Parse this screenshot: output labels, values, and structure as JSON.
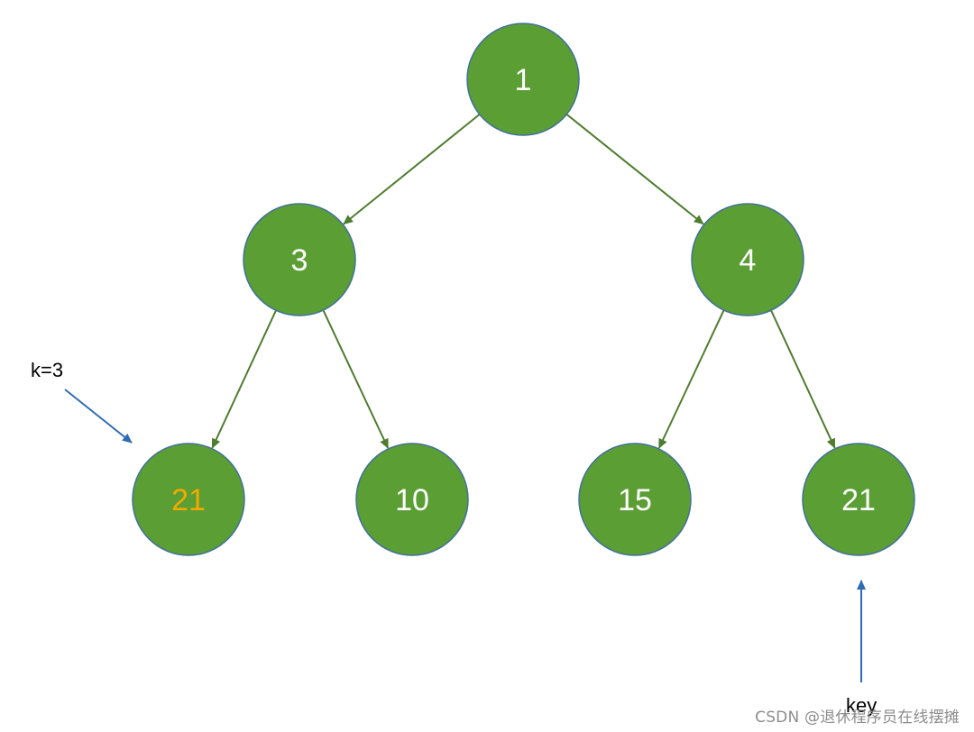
{
  "colors": {
    "node_fill": "#5b9e34",
    "node_border": "#41719c",
    "edge": "#4e7d2e",
    "label_default": "#ffffff",
    "label_highlight": "#f2a900",
    "annotation": "#2e6cb5",
    "annotation_text": "#000000"
  },
  "tree": {
    "nodes": [
      {
        "id": "n1",
        "label": "1",
        "highlight": false
      },
      {
        "id": "n3",
        "label": "3",
        "highlight": false
      },
      {
        "id": "n4",
        "label": "4",
        "highlight": false
      },
      {
        "id": "n21a",
        "label": "21",
        "highlight": true
      },
      {
        "id": "n10",
        "label": "10",
        "highlight": false
      },
      {
        "id": "n15",
        "label": "15",
        "highlight": false
      },
      {
        "id": "n21b",
        "label": "21",
        "highlight": false
      }
    ],
    "edges": [
      {
        "from": "n1",
        "to": "n3"
      },
      {
        "from": "n1",
        "to": "n4"
      },
      {
        "from": "n3",
        "to": "n21a"
      },
      {
        "from": "n3",
        "to": "n10"
      },
      {
        "from": "n4",
        "to": "n15"
      },
      {
        "from": "n4",
        "to": "n21b"
      }
    ]
  },
  "annotations": {
    "k_label": "k=3",
    "key_label": "key"
  },
  "watermark": "CSDN @退休程序员在线摆摊"
}
